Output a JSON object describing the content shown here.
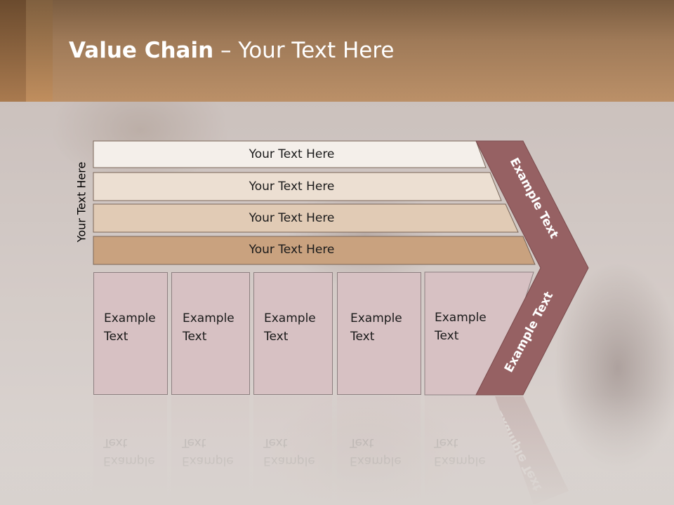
{
  "slide": {
    "title_bold": "Value Chain",
    "title_rest": " – Your Text Here",
    "vertical_label": "Your Text Here",
    "bars": [
      {
        "label": "Your Text Here",
        "color": "#f4efea"
      },
      {
        "label": "Your Text Here",
        "color": "#ecdfd2"
      },
      {
        "label": "Your Text Here",
        "color": "#e1cbb5"
      },
      {
        "label": "Your Text Here",
        "color": "#c9a27f"
      }
    ],
    "columns": [
      {
        "line1": "Example",
        "line2": "Text"
      },
      {
        "line1": "Example",
        "line2": "Text"
      },
      {
        "line1": "Example",
        "line2": "Text"
      },
      {
        "line1": "Example",
        "line2": "Text"
      },
      {
        "line1": "Example",
        "line2": "Text"
      }
    ],
    "chevron_top_label": "Example Text",
    "chevron_bottom_label": "Example Text",
    "chevron_color": "#966163",
    "column_color": "#d7c1c3"
  }
}
